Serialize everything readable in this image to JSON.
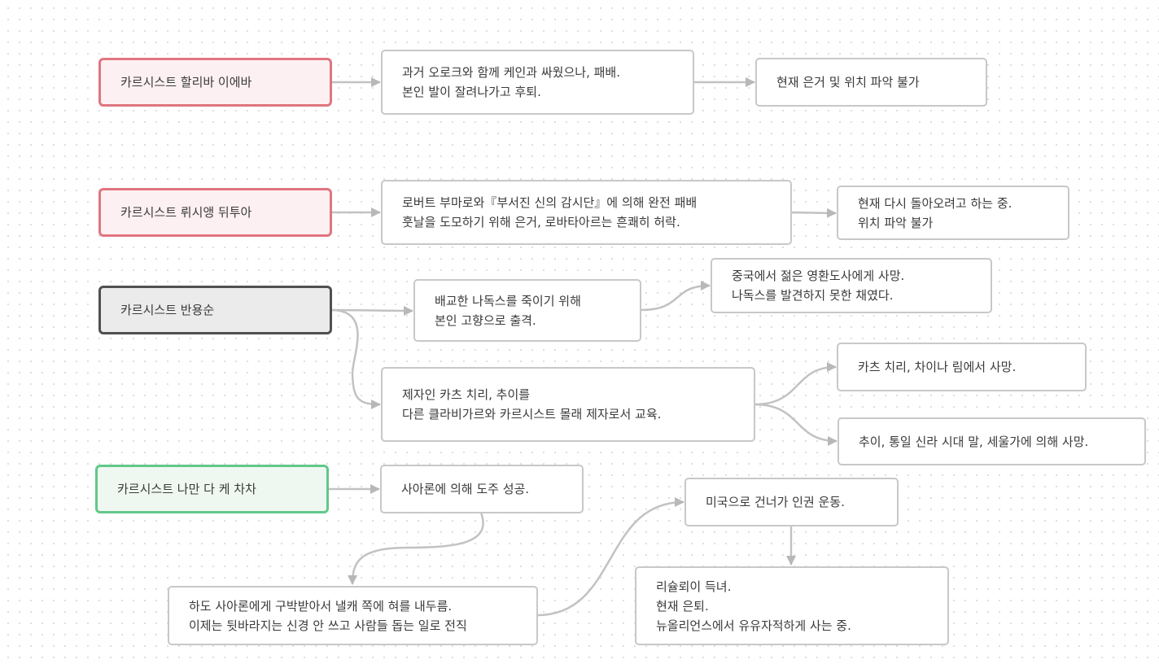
{
  "colors": {
    "edge": "#c2c2c2",
    "arrow": "#b8b8b8",
    "red_border": "#e07580",
    "red_fill": "#fdf0f2",
    "dark_border": "#505050",
    "dark_fill": "#ebebeb",
    "green_border": "#62c88a",
    "green_fill": "#eef8f1",
    "box_border": "#c8c8c8"
  },
  "nodes": {
    "haliba": {
      "text": "카르시스트 할리바 이에바"
    },
    "haliba_1": {
      "text": "과거 오로크와 함께 케인과 싸웠으나, 패배.\n본인 발이 잘려나가고 후퇴."
    },
    "haliba_2": {
      "text": "현재 은거 및 위치 파악 불가"
    },
    "rushi": {
      "text": "카르시스트 뤼시앵 뒤투아"
    },
    "rushi_1": {
      "text": "로버트 부마로와『부서진 신의 감시단』에 의해 완전 패배\n훗날을 도모하기 위해 은거, 로바타아르는 흔쾌히 허락."
    },
    "rushi_2": {
      "text": "현재 다시 돌아오려고 하는 중.\n위치 파악 불가"
    },
    "ban": {
      "text": "카르시스트 반용순"
    },
    "ban_1": {
      "text": "배교한 나독스를 죽이기 위해\n본인 고향으로 출격."
    },
    "ban_2": {
      "text": "중국에서 젊은 영환도사에게 사망.\n나독스를 발견하지 못한 채였다."
    },
    "ban_3": {
      "text": "제자인 카츠 치리, 추이를\n다른 클라비가르와 카르시스트 몰래 제자로서 교육."
    },
    "ban_4": {
      "text": "카츠 치리, 차이나 림에서 사망."
    },
    "ban_5": {
      "text": "추이, 통일 신라 시대 말, 세울가에 의해 사망."
    },
    "naman": {
      "text": "카르시스트 나만 다 케 차차"
    },
    "naman_1": {
      "text": "사아론에 의해 도주 성공."
    },
    "naman_2": {
      "text": "하도 사아론에게 구박받아서 낼캐 쪽에 혀를 내두름.\n이제는 뒷바라지는 신경 안 쓰고 사람들 돕는 일로 전직"
    },
    "naman_3": {
      "text": "미국으로 건너가 인권 운동."
    },
    "naman_4": {
      "text": "리슐뢰이 득녀.\n현재 은퇴.\n뉴올리언스에서 유유자적하게 사는 중."
    }
  }
}
